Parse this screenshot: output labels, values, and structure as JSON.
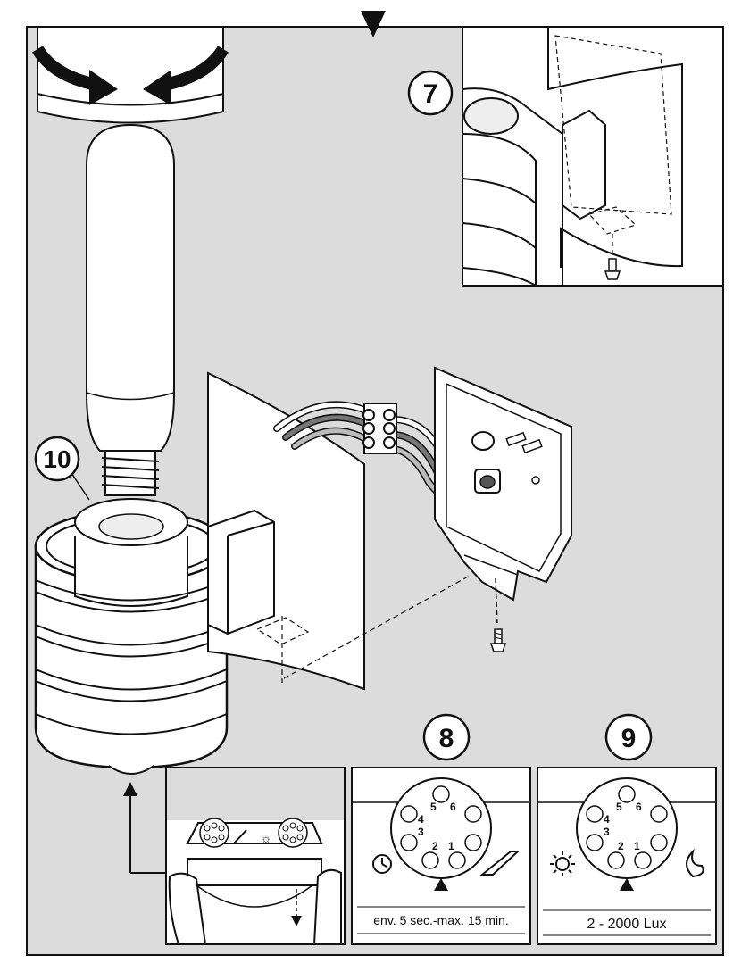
{
  "steps": {
    "s7": "7",
    "s8": "8",
    "s9": "9",
    "s10": "10"
  },
  "panel8": {
    "caption": "env. 5 sec.-max. 15 min.",
    "dial_numbers": [
      "6",
      "5",
      "4",
      "3",
      "2",
      "1"
    ],
    "left_icon": "clock-icon",
    "right_icon": "ramp-icon"
  },
  "panel9": {
    "caption": "2 - 2000 Lux",
    "dial_numbers": [
      "6",
      "5",
      "4",
      "3",
      "2",
      "1"
    ],
    "left_icon": "sun-icon",
    "right_icon": "moon-icon"
  },
  "colors": {
    "background": "#dcdcdc",
    "line": "#111111",
    "panel": "#ffffff"
  }
}
